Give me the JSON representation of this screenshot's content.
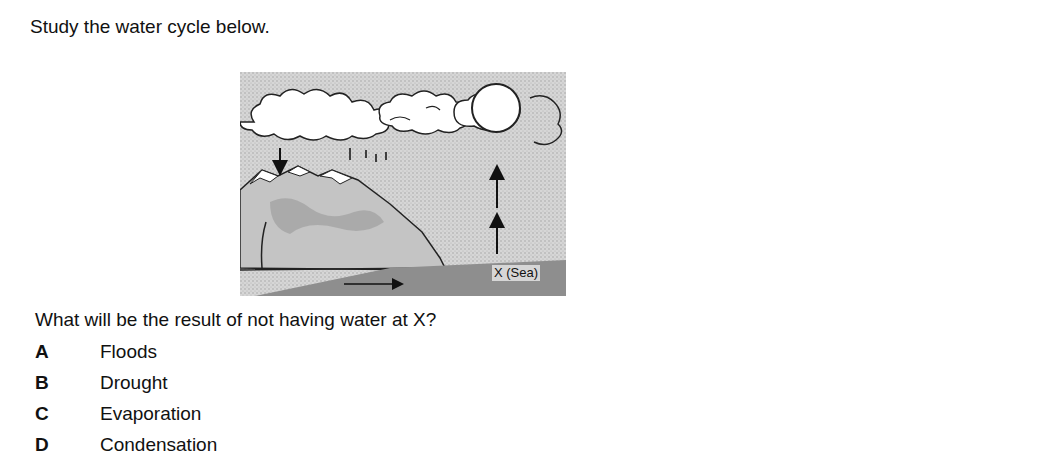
{
  "diagram": {
    "title": "Study the water cycle below.",
    "labels": [
      "X (Sea)",
      "What will be the result of not having water at X?",
      "A",
      "Floods",
      "B",
      "Drought",
      "C",
      "Evaporation",
      "D",
      "Condensation"
    ]
  }
}
